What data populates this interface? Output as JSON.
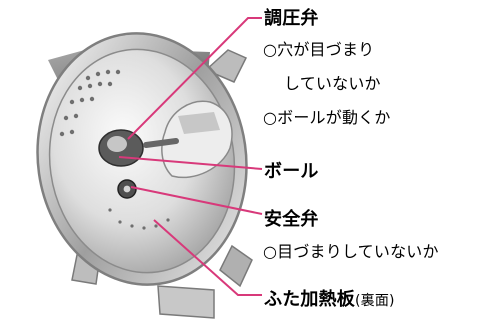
{
  "labels": {
    "pressure_valve_title": "調圧弁",
    "pressure_valve_note_1": "○穴が目づまり",
    "pressure_valve_note_2": "していないか",
    "pressure_valve_note_3": "○ボールが動くか",
    "ball_title": "ボール",
    "safety_valve_title": "安全弁",
    "safety_valve_note": "○目づまりしていないか",
    "heating_plate_title": "ふた加熱板",
    "heating_plate_suffix": "(裏面)"
  },
  "colors": {
    "leader_line": "#d8397a",
    "metal_light": "#f2f2f2",
    "metal_mid": "#c9c9c9",
    "metal_dark": "#7d7d7d",
    "text": "#000000"
  },
  "icons": {
    "device": "lid-heating-plate-illustration"
  }
}
